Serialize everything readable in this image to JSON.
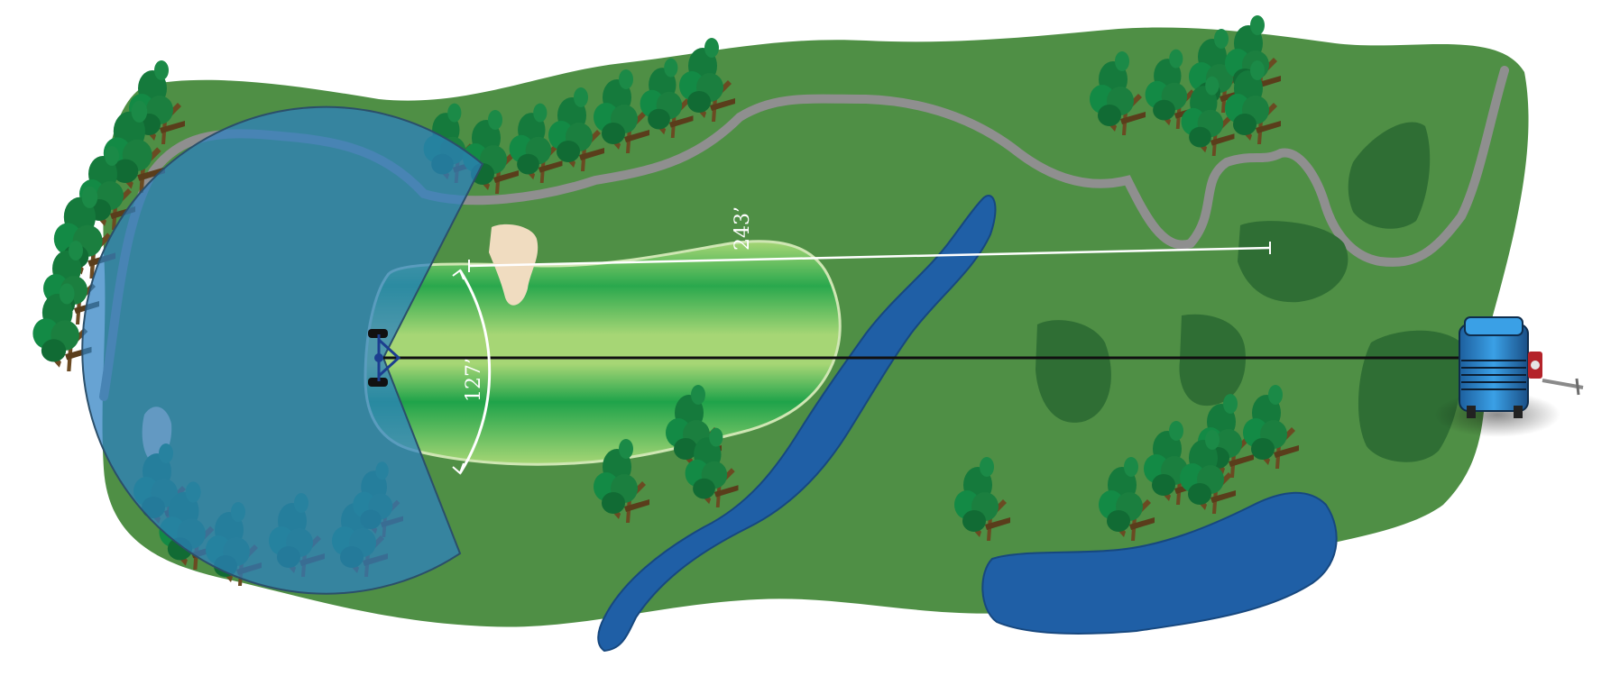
{
  "diagram": {
    "kind": "golf hole irrigation coverage illustration",
    "measurements": {
      "length_label": "243’",
      "arc_label": "127’"
    },
    "colors": {
      "rough": "#4f8f45",
      "fairway_light": "#a6d675",
      "fairway_dark": "#1fa34a",
      "water": "#1f5fa6",
      "cart_path": "#8f8f8f",
      "spray_coverage": "#2d7fc2",
      "bunker": "#f0dcc0",
      "tree_foliage": "#157a3c",
      "tree_trunk": "#6b4a22",
      "reel_body": "#2a86d1"
    },
    "icons": [
      "tree-icon",
      "hose-reel-icon",
      "sprinkler-cart-icon"
    ]
  }
}
